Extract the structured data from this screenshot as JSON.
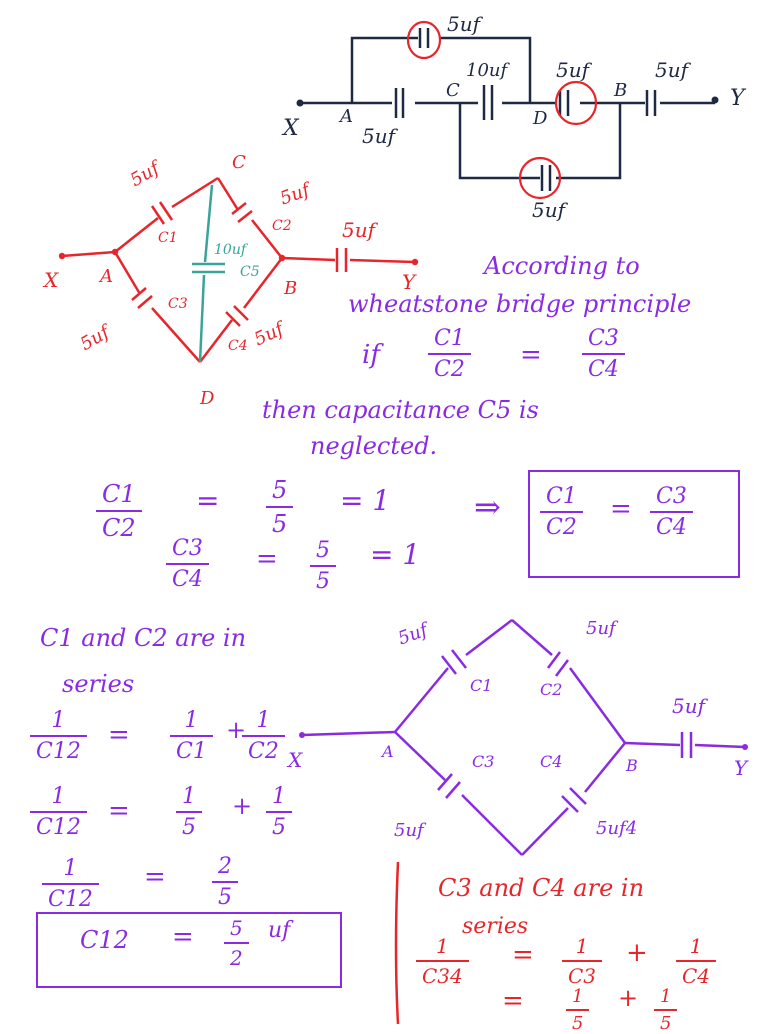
{
  "colors": {
    "navy": "#1e2a44",
    "red": "#e6262b",
    "purple": "#8a2be2",
    "teal": "#3aa39a"
  },
  "top_circuit": {
    "cap_top": "5uf",
    "cap_center": "10uf",
    "cap_after_d": "5uf",
    "cap_b_y": "5uf",
    "cap_bottom": "5uf",
    "cap_a": "5uf",
    "node_a": "A",
    "node_c": "C",
    "node_d": "D",
    "node_b": "B",
    "node_x": "X",
    "node_y": "Y"
  },
  "red_bridge": {
    "c1_value": "5uf",
    "c1_label": "C1",
    "c2_value": "5uf",
    "c2_label": "C2",
    "c3_value": "5uf",
    "c3_label": "C3",
    "c4_label": "C4",
    "c4_value": "5uf",
    "c5_value": "10uf",
    "c5_label": "C5",
    "out_value": "5uf",
    "node_x": "X",
    "node_a": "A",
    "node_c": "C",
    "node_b": "B",
    "node_d": "D",
    "node_y": "Y"
  },
  "principle": {
    "line1": "According to",
    "line2": "wheatstone bridge principle",
    "if_word": "if",
    "frac_left": {
      "num": "C1",
      "den": "C2"
    },
    "frac_right": {
      "num": "C3",
      "den": "C4"
    },
    "then_line": "then capacitance C5 is",
    "neglected": "neglected."
  },
  "calc": {
    "c1c2": {
      "num": "C1",
      "den": "C2"
    },
    "eq1_frac": {
      "num": "5",
      "den": "5"
    },
    "eq1_result": "= 1",
    "c3c4": {
      "num": "C3",
      "den": "C4"
    },
    "eq2_frac": {
      "num": "5",
      "den": "5"
    },
    "eq2_result": "= 1",
    "implies": "⇒",
    "boxed_left": {
      "num": "C1",
      "den": "C2"
    },
    "boxed_right": {
      "num": "C3",
      "den": "C4"
    }
  },
  "series_text": {
    "line1": "C1 and C2 are in",
    "line2": "series"
  },
  "purple_bridge": {
    "c1_value": "5uf",
    "c2_value": "5uf",
    "c1_label": "C1",
    "c2_label": "C2",
    "c3_label": "C3",
    "c4_label": "C4",
    "c3_value": "5uf",
    "c4_value": "5uf4",
    "out_value": "5uf",
    "node_a": "A",
    "node_b": "B",
    "node_x": "X",
    "node_y": "Y"
  },
  "series_math": {
    "row1": {
      "lhs": {
        "num": "1",
        "den": "C12"
      },
      "r1": {
        "num": "1",
        "den": "C1"
      },
      "r2": {
        "num": "1",
        "den": "C2"
      }
    },
    "row2": {
      "lhs": {
        "num": "1",
        "den": "C12"
      },
      "r1": {
        "num": "1",
        "den": "5"
      },
      "r2": {
        "num": "1",
        "den": "5"
      }
    },
    "row3": {
      "lhs": {
        "num": "1",
        "den": "C12"
      },
      "r1": {
        "num": "2",
        "den": "5"
      }
    },
    "boxed": {
      "lhs": "C12",
      "frac": {
        "num": "5",
        "den": "2"
      },
      "unit": "uf"
    }
  },
  "c34": {
    "line1": "C3 and C4 are in",
    "line2": "series",
    "row1": {
      "lhs": {
        "num": "1",
        "den": "C34"
      },
      "r1": {
        "num": "1",
        "den": "C3"
      },
      "r2": {
        "num": "1",
        "den": "C4"
      }
    },
    "row2": {
      "r1": {
        "num": "1",
        "den": "5"
      },
      "r2": {
        "num": "1",
        "den": "5"
      }
    }
  }
}
